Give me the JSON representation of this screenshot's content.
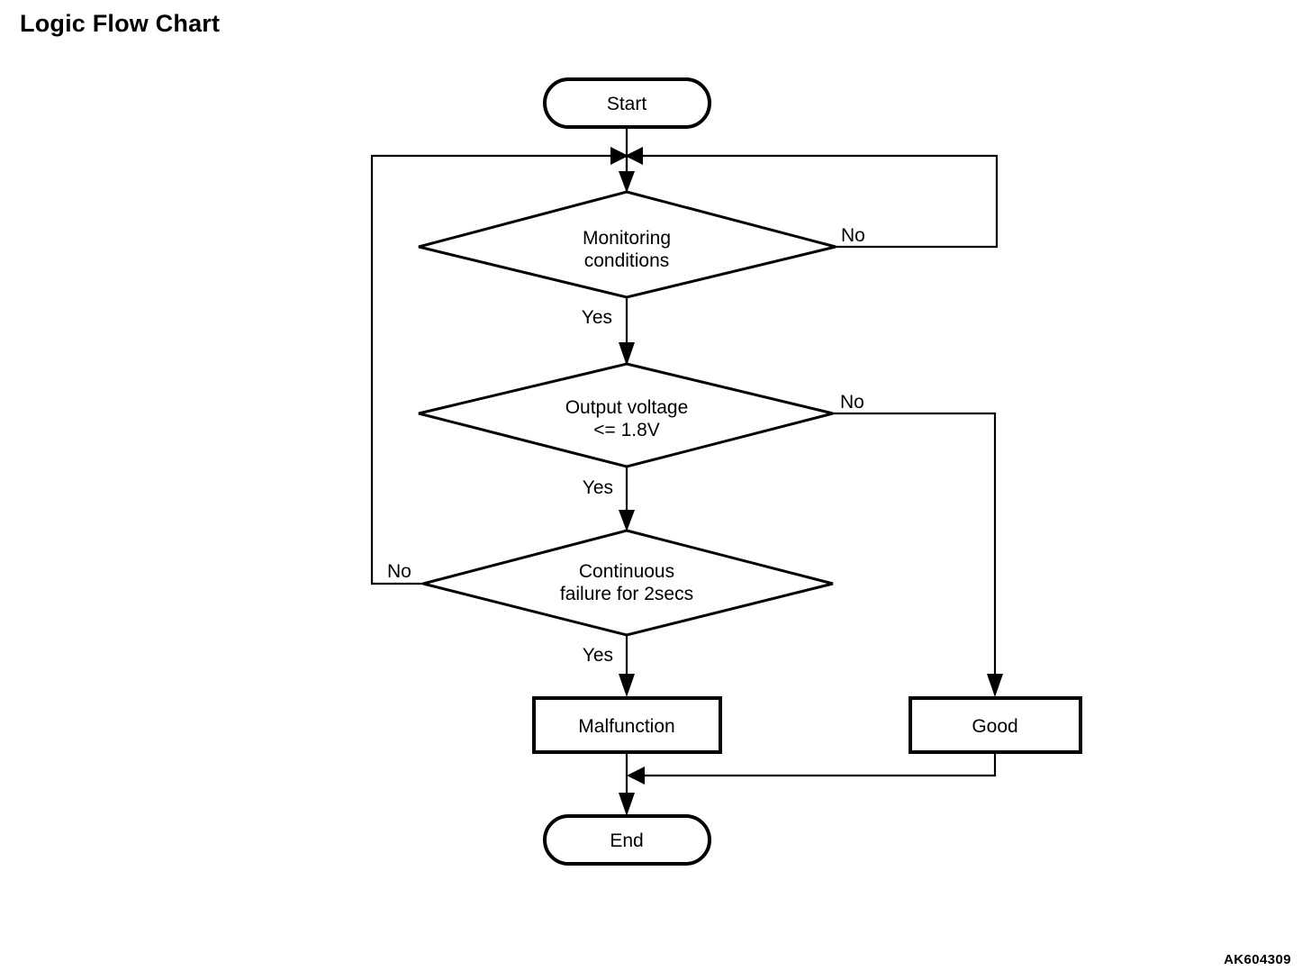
{
  "page": {
    "title": "Logic Flow Chart",
    "figure_code": "AK604309",
    "background_color": "#ffffff",
    "line_color": "#000000"
  },
  "chart_data": {
    "type": "diagram",
    "diagram_kind": "flowchart",
    "title": "Logic Flow Chart",
    "nodes": [
      {
        "id": "start",
        "shape": "terminator",
        "label": "Start"
      },
      {
        "id": "monitoring",
        "shape": "decision",
        "label": "Monitoring conditions",
        "line1": "Monitoring",
        "line2": "conditions"
      },
      {
        "id": "voltage",
        "shape": "decision",
        "label": "Output voltage <= 1.8V",
        "line1": "Output voltage",
        "line2": "<= 1.8V"
      },
      {
        "id": "failure",
        "shape": "decision",
        "label": "Continuous failure for 2secs",
        "line1": "Continuous",
        "line2": "failure for 2secs"
      },
      {
        "id": "malfunction",
        "shape": "process",
        "label": "Malfunction"
      },
      {
        "id": "good",
        "shape": "process",
        "label": "Good"
      },
      {
        "id": "end",
        "shape": "terminator",
        "label": "End"
      }
    ],
    "edges": [
      {
        "from": "start",
        "to": "monitoring",
        "label": ""
      },
      {
        "from": "monitoring",
        "to": "voltage",
        "label": "Yes"
      },
      {
        "from": "monitoring",
        "to": "monitoring",
        "label": "No",
        "note": "loops right then back to junction above monitoring"
      },
      {
        "from": "voltage",
        "to": "failure",
        "label": "Yes"
      },
      {
        "from": "voltage",
        "to": "good",
        "label": "No"
      },
      {
        "from": "failure",
        "to": "malfunction",
        "label": "Yes"
      },
      {
        "from": "failure",
        "to": "monitoring",
        "label": "No",
        "note": "loops left then back to junction above monitoring"
      },
      {
        "from": "malfunction",
        "to": "end",
        "label": ""
      },
      {
        "from": "good",
        "to": "end",
        "label": ""
      }
    ],
    "edge_labels": {
      "monitoring_yes": "Yes",
      "monitoring_no": "No",
      "voltage_yes": "Yes",
      "voltage_no": "No",
      "failure_yes": "Yes",
      "failure_no": "No"
    }
  }
}
